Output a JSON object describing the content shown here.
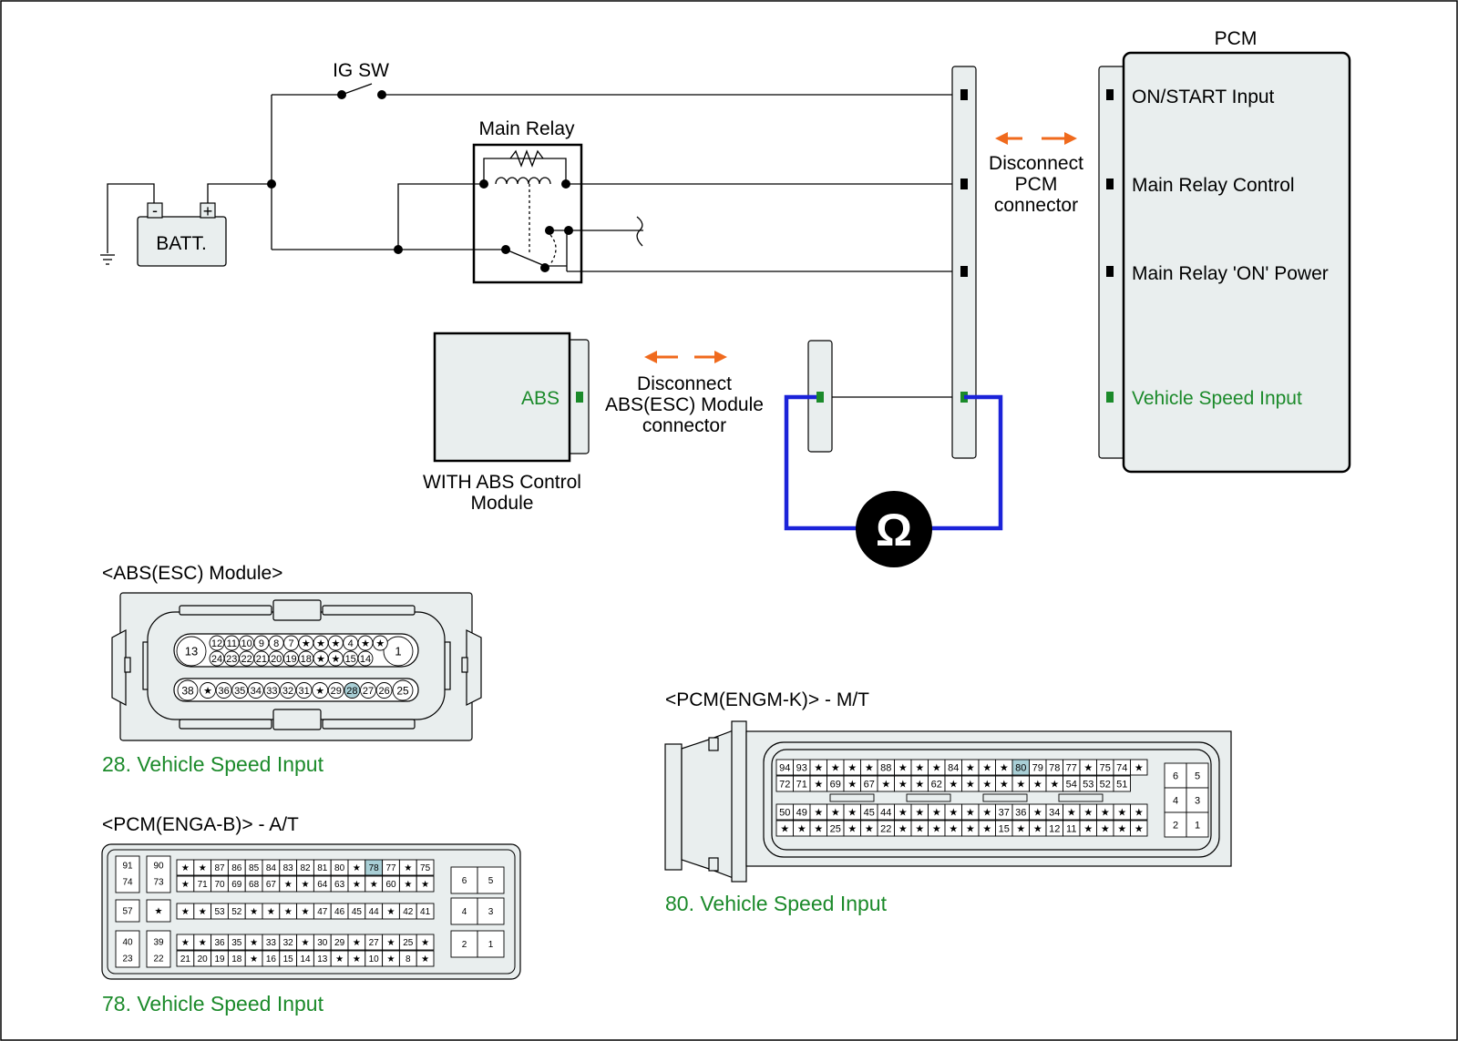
{
  "colors": {
    "panel": "#e9eeee",
    "wire": "#000000",
    "meter_wire": "#1b23d9",
    "arrow": "#f06a1d",
    "signal_green": "#1b8a2a",
    "highlight_pin": "#a9cfd6"
  },
  "circuit": {
    "ig_sw": "IG SW",
    "main_relay": "Main Relay",
    "batt": "BATT.",
    "batt_neg": "-",
    "batt_pos": "+",
    "pcm_title": "PCM",
    "pcm_pins": [
      "ON/START Input",
      "Main Relay Control",
      "Main Relay 'ON' Power",
      "Vehicle Speed Input"
    ],
    "disconnect_pcm": [
      "Disconnect",
      "PCM",
      "connector"
    ],
    "abs_label": "ABS",
    "disconnect_abs": [
      "Disconnect",
      "ABS(ESC) Module",
      "connector"
    ],
    "abs_caption": [
      "WITH ABS Control",
      "Module"
    ],
    "ohm_symbol": "Ω"
  },
  "abs_connector": {
    "title": "<ABS(ESC) Module>",
    "caption": "28. Vehicle Speed Input",
    "big_left_top": "13",
    "big_right_top": "1",
    "top_row1": [
      "12",
      "11",
      "10",
      "9",
      "8",
      "7",
      "★",
      "★",
      "★",
      "4",
      "★",
      "★"
    ],
    "top_row2": [
      "24",
      "23",
      "22",
      "21",
      "20",
      "19",
      "18",
      "★",
      "★",
      "15",
      "14"
    ],
    "big_left_bot": "38",
    "big_right_bot": "25",
    "bot_row": [
      "★",
      "36",
      "35",
      "34",
      "33",
      "32",
      "31",
      "★",
      "29",
      "28",
      "27",
      "26"
    ],
    "highlight": "28"
  },
  "pcm_at": {
    "title": "<PCM(ENGA-B)> - A/T",
    "caption": "78. Vehicle Speed Input",
    "left_col": [
      [
        "91",
        "90"
      ],
      [
        "74",
        "73"
      ],
      [
        "57",
        "★"
      ],
      [
        "40",
        "39"
      ],
      [
        "23",
        "22"
      ]
    ],
    "main_rows": [
      [
        "★",
        "★",
        "87",
        "86",
        "85",
        "84",
        "83",
        "82",
        "81",
        "80",
        "★",
        "78",
        "77",
        "★",
        "75"
      ],
      [
        "★",
        "71",
        "70",
        "69",
        "68",
        "67",
        "★",
        "★",
        "64",
        "63",
        "★",
        "★",
        "60",
        "★",
        "★"
      ],
      [
        "★",
        "★",
        "53",
        "52",
        "★",
        "★",
        "★",
        "★",
        "47",
        "46",
        "45",
        "44",
        "★",
        "42",
        "41"
      ],
      [
        "★",
        "★",
        "36",
        "35",
        "★",
        "33",
        "32",
        "★",
        "30",
        "29",
        "★",
        "27",
        "★",
        "25",
        "★"
      ],
      [
        "21",
        "20",
        "19",
        "18",
        "★",
        "16",
        "15",
        "14",
        "13",
        "★",
        "★",
        "10",
        "★",
        "8",
        "★"
      ]
    ],
    "right_col": [
      [
        "6",
        "5"
      ],
      [
        "4",
        "3"
      ],
      [
        "2",
        "1"
      ]
    ],
    "highlight": "78"
  },
  "pcm_mt": {
    "title": "<PCM(ENGM-K)> - M/T",
    "caption": "80. Vehicle Speed Input",
    "rows": [
      [
        "94",
        "93",
        "★",
        "★",
        "★",
        "★",
        "88",
        "★",
        "★",
        "★",
        "84",
        "★",
        "★",
        "★",
        "80",
        "79",
        "78",
        "77",
        "★",
        "75",
        "74",
        "★"
      ],
      [
        "72",
        "71",
        "★",
        "69",
        "★",
        "67",
        "★",
        "★",
        "★",
        "62",
        "★",
        "★",
        "★",
        "★",
        "★",
        "★",
        "★",
        "54",
        "53",
        "52",
        "51"
      ],
      [
        "50",
        "49",
        "★",
        "★",
        "★",
        "45",
        "44",
        "★",
        "★",
        "★",
        "★",
        "★",
        "★",
        "37",
        "36",
        "★",
        "34",
        "★",
        "★",
        "★",
        "★",
        "★"
      ],
      [
        "★",
        "★",
        "★",
        "25",
        "★",
        "★",
        "22",
        "★",
        "★",
        "★",
        "★",
        "★",
        "★",
        "15",
        "★",
        "★",
        "12",
        "11",
        "★",
        "★",
        "★",
        "★"
      ]
    ],
    "right_grid": [
      [
        "6",
        "5"
      ],
      [
        "4",
        "3"
      ],
      [
        "2",
        "1"
      ]
    ],
    "highlight": "80"
  }
}
